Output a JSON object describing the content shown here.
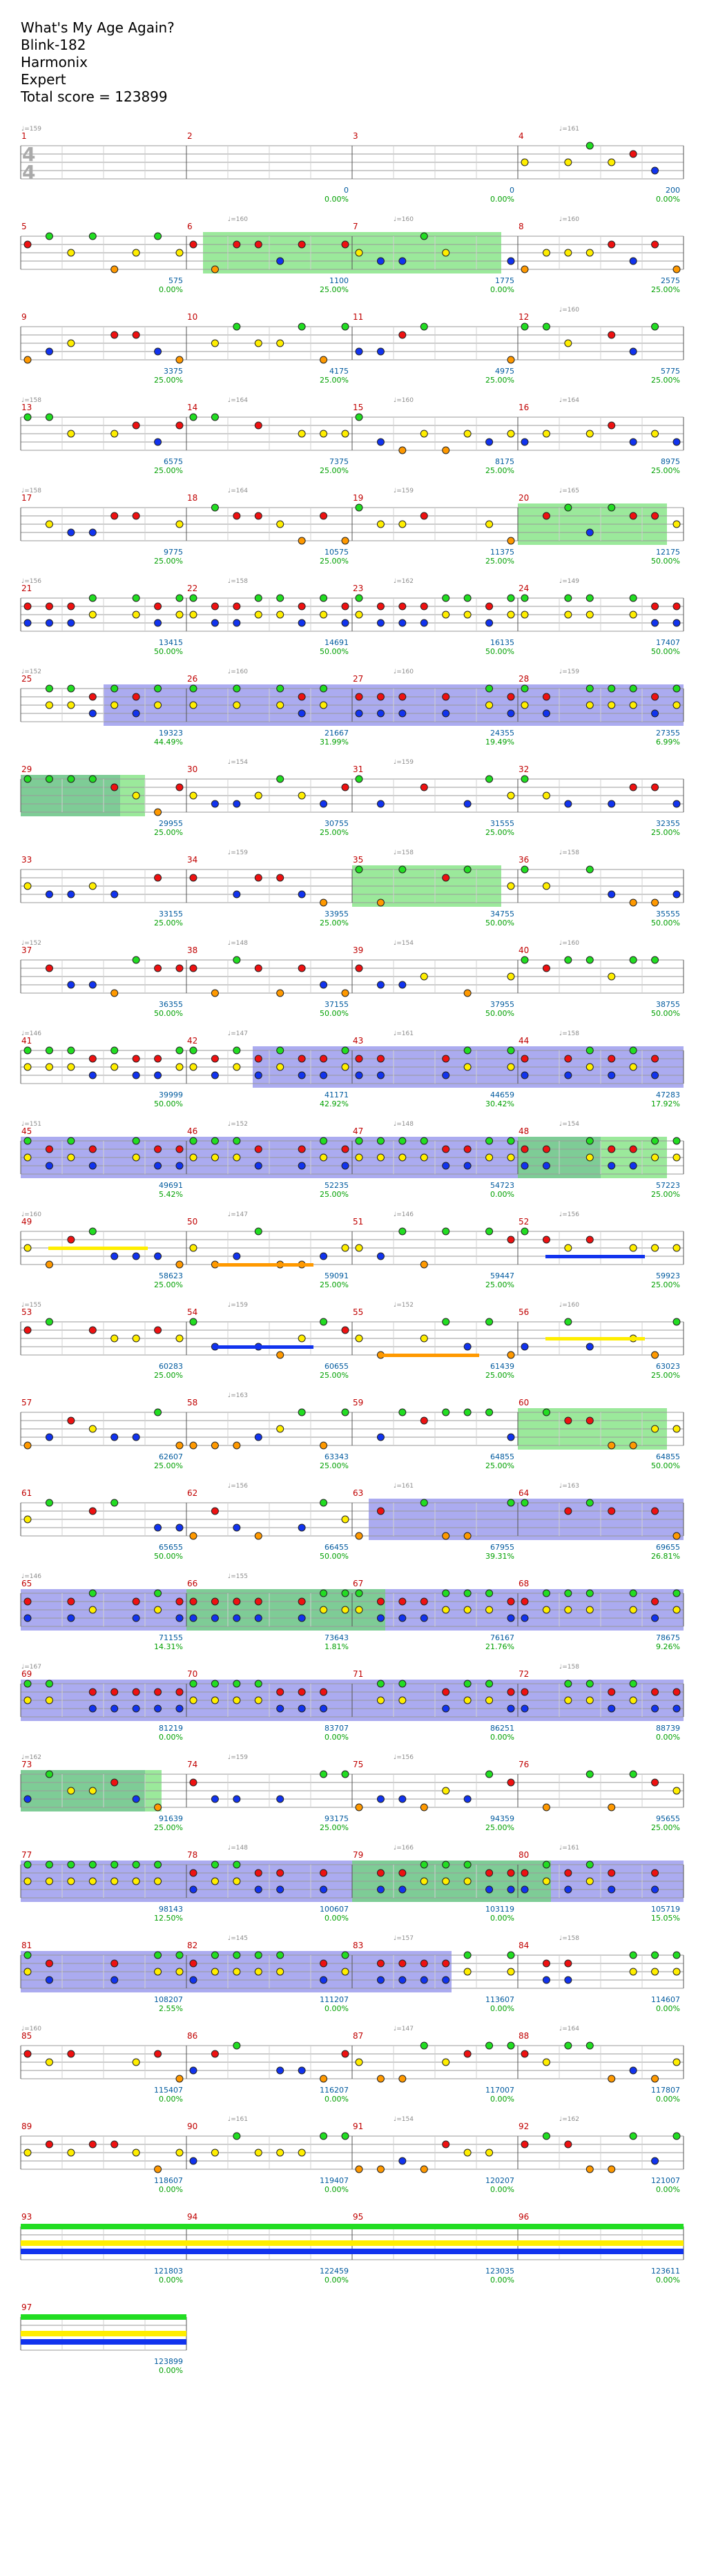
{
  "song": {
    "title": "What's My Age Again?",
    "artist": "Blink-182",
    "charter": "Harmonix",
    "difficulty": "Expert",
    "total_score_label": "Total score = 123899"
  },
  "time_signature": [
    "4",
    "4"
  ],
  "colors": {
    "green": "#22dd22",
    "red": "#ee1111",
    "yellow": "#ffee00",
    "blue": "#1133ee",
    "orange": "#ff9900",
    "star_power": "#66dd66",
    "solo": "#4444dd",
    "measure_number": "#c00000",
    "score": "#005a9e",
    "percent": "#00a000"
  },
  "measures": [
    {
      "n": "1",
      "score": "",
      "pct": "",
      "tempo": "♩=159"
    },
    {
      "n": "2",
      "score": "0",
      "pct": "0.00%"
    },
    {
      "n": "3",
      "score": "0",
      "pct": "0.00%"
    },
    {
      "n": "4",
      "score": "200",
      "pct": "0.00%",
      "tempo": "♩=161"
    },
    {
      "n": "5",
      "score": "575",
      "pct": "0.00%"
    },
    {
      "n": "6",
      "score": "1100",
      "pct": "25.00%",
      "tempo": "♩=160"
    },
    {
      "n": "7",
      "score": "1775",
      "pct": "0.00%",
      "tempo": "♩=160"
    },
    {
      "n": "8",
      "score": "2575",
      "pct": "25.00%",
      "tempo": "♩=160"
    },
    {
      "n": "9",
      "score": "3375",
      "pct": "25.00%"
    },
    {
      "n": "10",
      "score": "4175",
      "pct": "25.00%"
    },
    {
      "n": "11",
      "score": "4975",
      "pct": "25.00%"
    },
    {
      "n": "12",
      "score": "5775",
      "pct": "25.00%",
      "tempo": "♩=160"
    },
    {
      "n": "13",
      "score": "6575",
      "pct": "25.00%",
      "tempo": "♩=158"
    },
    {
      "n": "14",
      "score": "7375",
      "pct": "25.00%",
      "tempo": "♩=164"
    },
    {
      "n": "15",
      "score": "8175",
      "pct": "25.00%",
      "tempo": "♩=160"
    },
    {
      "n": "16",
      "score": "8975",
      "pct": "25.00%",
      "tempo": "♩=164"
    },
    {
      "n": "17",
      "score": "9775",
      "pct": "25.00%",
      "tempo": "♩=158"
    },
    {
      "n": "18",
      "score": "10575",
      "pct": "25.00%",
      "tempo": "♩=164"
    },
    {
      "n": "19",
      "score": "11375",
      "pct": "25.00%",
      "tempo": "♩=159"
    },
    {
      "n": "20",
      "score": "12175",
      "pct": "50.00%",
      "tempo": "♩=165"
    },
    {
      "n": "21",
      "score": "13415",
      "pct": "50.00%",
      "tempo": "♩=156"
    },
    {
      "n": "22",
      "score": "14691",
      "pct": "50.00%",
      "tempo": "♩=158"
    },
    {
      "n": "23",
      "score": "16135",
      "pct": "50.00%",
      "tempo": "♩=162"
    },
    {
      "n": "24",
      "score": "17407",
      "pct": "50.00%",
      "tempo": "♩=149"
    },
    {
      "n": "25",
      "score": "19323",
      "pct": "44.49%",
      "tempo": "♩=152"
    },
    {
      "n": "26",
      "score": "21667",
      "pct": "31.99%",
      "tempo": "♩=160"
    },
    {
      "n": "27",
      "score": "24355",
      "pct": "19.49%",
      "tempo": "♩=160"
    },
    {
      "n": "28",
      "score": "27355",
      "pct": "6.99%",
      "tempo": "♩=159"
    },
    {
      "n": "29",
      "score": "29955",
      "pct": "25.00%"
    },
    {
      "n": "30",
      "score": "30755",
      "pct": "25.00%",
      "tempo": "♩=154"
    },
    {
      "n": "31",
      "score": "31555",
      "pct": "25.00%",
      "tempo": "♩=159"
    },
    {
      "n": "32",
      "score": "32355",
      "pct": "25.00%"
    },
    {
      "n": "33",
      "score": "33155",
      "pct": "25.00%"
    },
    {
      "n": "34",
      "score": "33955",
      "pct": "25.00%",
      "tempo": "♩=159"
    },
    {
      "n": "35",
      "score": "34755",
      "pct": "50.00%",
      "tempo": "♩=158"
    },
    {
      "n": "36",
      "score": "35555",
      "pct": "50.00%",
      "tempo": "♩=158"
    },
    {
      "n": "37",
      "score": "36355",
      "pct": "50.00%",
      "tempo": "♩=152"
    },
    {
      "n": "38",
      "score": "37155",
      "pct": "50.00%",
      "tempo": "♩=148"
    },
    {
      "n": "39",
      "score": "37955",
      "pct": "50.00%",
      "tempo": "♩=154"
    },
    {
      "n": "40",
      "score": "38755",
      "pct": "50.00%",
      "tempo": "♩=160"
    },
    {
      "n": "41",
      "score": "39999",
      "pct": "50.00%",
      "tempo": "♩=146"
    },
    {
      "n": "42",
      "score": "41171",
      "pct": "42.92%",
      "tempo": "♩=147"
    },
    {
      "n": "43",
      "score": "44659",
      "pct": "30.42%",
      "tempo": "♩=161"
    },
    {
      "n": "44",
      "score": "47283",
      "pct": "17.92%",
      "tempo": "♩=158"
    },
    {
      "n": "45",
      "score": "49691",
      "pct": "5.42%",
      "tempo": "♩=151"
    },
    {
      "n": "46",
      "score": "52235",
      "pct": "25.00%",
      "tempo": "♩=152"
    },
    {
      "n": "47",
      "score": "54723",
      "pct": "0.00%",
      "tempo": "♩=148"
    },
    {
      "n": "48",
      "score": "57223",
      "pct": "25.00%",
      "tempo": "♩=154"
    },
    {
      "n": "49",
      "score": "58623",
      "pct": "25.00%",
      "tempo": "♩=160"
    },
    {
      "n": "50",
      "score": "59091",
      "pct": "25.00%",
      "tempo": "♩=147"
    },
    {
      "n": "51",
      "score": "59447",
      "pct": "25.00%",
      "tempo": "♩=146"
    },
    {
      "n": "52",
      "score": "59923",
      "pct": "25.00%",
      "tempo": "♩=156"
    },
    {
      "n": "53",
      "score": "60283",
      "pct": "25.00%",
      "tempo": "♩=155"
    },
    {
      "n": "54",
      "score": "60655",
      "pct": "25.00%",
      "tempo": "♩=159"
    },
    {
      "n": "55",
      "score": "61439",
      "pct": "25.00%",
      "tempo": "♩=152"
    },
    {
      "n": "56",
      "score": "63023",
      "pct": "25.00%",
      "tempo": "♩=160"
    },
    {
      "n": "57",
      "score": "62607",
      "pct": "25.00%"
    },
    {
      "n": "58",
      "score": "63343",
      "pct": "25.00%",
      "tempo": "♩=163"
    },
    {
      "n": "59",
      "score": "64855",
      "pct": "25.00%"
    },
    {
      "n": "60",
      "score": "64855",
      "pct": "50.00%"
    },
    {
      "n": "61",
      "score": "65655",
      "pct": "50.00%"
    },
    {
      "n": "62",
      "score": "66455",
      "pct": "50.00%",
      "tempo": "♩=156"
    },
    {
      "n": "63",
      "score": "67955",
      "pct": "39.31%",
      "tempo": "♩=161"
    },
    {
      "n": "64",
      "score": "69655",
      "pct": "26.81%",
      "tempo": "♩=163"
    },
    {
      "n": "65",
      "score": "71155",
      "pct": "14.31%",
      "tempo": "♩=146"
    },
    {
      "n": "66",
      "score": "73643",
      "pct": "1.81%",
      "tempo": "♩=155"
    },
    {
      "n": "67",
      "score": "76167",
      "pct": "21.76%"
    },
    {
      "n": "68",
      "score": "78675",
      "pct": "9.26%"
    },
    {
      "n": "69",
      "score": "81219",
      "pct": "0.00%",
      "tempo": "♩=167"
    },
    {
      "n": "70",
      "score": "83707",
      "pct": "0.00%"
    },
    {
      "n": "71",
      "score": "86251",
      "pct": "0.00%"
    },
    {
      "n": "72",
      "score": "88739",
      "pct": "0.00%",
      "tempo": "♩=158"
    },
    {
      "n": "73",
      "score": "91639",
      "pct": "25.00%",
      "tempo": "♩=162"
    },
    {
      "n": "74",
      "score": "93175",
      "pct": "25.00%",
      "tempo": "♩=159"
    },
    {
      "n": "75",
      "score": "94359",
      "pct": "25.00%",
      "tempo": "♩=156"
    },
    {
      "n": "76",
      "score": "95655",
      "pct": "25.00%"
    },
    {
      "n": "77",
      "score": "98143",
      "pct": "12.50%"
    },
    {
      "n": "78",
      "score": "100607",
      "pct": "0.00%",
      "tempo": "♩=148"
    },
    {
      "n": "79",
      "score": "103119",
      "pct": "0.00%",
      "tempo": "♩=166"
    },
    {
      "n": "80",
      "score": "105719",
      "pct": "15.05%",
      "tempo": "♩=161"
    },
    {
      "n": "81",
      "score": "108207",
      "pct": "2.55%"
    },
    {
      "n": "82",
      "score": "111207",
      "pct": "0.00%",
      "tempo": "♩=145"
    },
    {
      "n": "83",
      "score": "113607",
      "pct": "0.00%",
      "tempo": "♩=157"
    },
    {
      "n": "84",
      "score": "114607",
      "pct": "0.00%",
      "tempo": "♩=158"
    },
    {
      "n": "85",
      "score": "115407",
      "pct": "0.00%",
      "tempo": "♩=160"
    },
    {
      "n": "86",
      "score": "116207",
      "pct": "0.00%"
    },
    {
      "n": "87",
      "score": "117007",
      "pct": "0.00%",
      "tempo": "♩=147"
    },
    {
      "n": "88",
      "score": "117807",
      "pct": "0.00%",
      "tempo": "♩=164"
    },
    {
      "n": "89",
      "score": "118607",
      "pct": "0.00%"
    },
    {
      "n": "90",
      "score": "119407",
      "pct": "0.00%",
      "tempo": "♩=161"
    },
    {
      "n": "91",
      "score": "120207",
      "pct": "0.00%",
      "tempo": "♩=154"
    },
    {
      "n": "92",
      "score": "121007",
      "pct": "0.00%",
      "tempo": "♩=162"
    },
    {
      "n": "93",
      "score": "121803",
      "pct": "0.00%"
    },
    {
      "n": "94",
      "score": "122459",
      "pct": "0.00%"
    },
    {
      "n": "95",
      "score": "123035",
      "pct": "0.00%"
    },
    {
      "n": "96",
      "score": "123611",
      "pct": "0.00%"
    },
    {
      "n": "97",
      "score": "123899",
      "pct": "0.00%"
    }
  ],
  "rows": [
    {
      "first": 1,
      "count": 4
    },
    {
      "first": 5,
      "count": 4,
      "sp": [
        [
          1.1,
          2.9
        ]
      ]
    },
    {
      "first": 9,
      "count": 4
    },
    {
      "first": 13,
      "count": 4
    },
    {
      "first": 17,
      "count": 4,
      "sp": [
        [
          3.0,
          3.9
        ]
      ]
    },
    {
      "first": 21,
      "count": 4,
      "chords": true
    },
    {
      "first": 25,
      "count": 4,
      "chords": true,
      "solo": [
        [
          0.5,
          4
        ]
      ]
    },
    {
      "first": 29,
      "count": 4,
      "solo": [
        [
          0,
          0.6
        ]
      ],
      "sp": [
        [
          0,
          0.75
        ]
      ]
    },
    {
      "first": 33,
      "count": 4,
      "sp": [
        [
          2,
          2.9
        ]
      ]
    },
    {
      "first": 37,
      "count": 4
    },
    {
      "first": 41,
      "count": 4,
      "chords": true,
      "solo": [
        [
          1.4,
          4
        ]
      ]
    },
    {
      "first": 45,
      "count": 4,
      "chords": true,
      "solo": [
        [
          0,
          3.5
        ]
      ],
      "sp": [
        [
          3.0,
          3.9
        ]
      ]
    },
    {
      "first": 49,
      "count": 4,
      "sustain": true
    },
    {
      "first": 53,
      "count": 4,
      "sustain": true
    },
    {
      "first": 57,
      "count": 4,
      "sp": [
        [
          3,
          3.9
        ]
      ]
    },
    {
      "first": 61,
      "count": 4,
      "solo": [
        [
          2.1,
          4
        ]
      ]
    },
    {
      "first": 65,
      "count": 4,
      "chords": true,
      "solo": [
        [
          0,
          4
        ]
      ],
      "sp": [
        [
          1,
          2.2
        ]
      ]
    },
    {
      "first": 69,
      "count": 4,
      "chords": true,
      "solo": [
        [
          0,
          4
        ]
      ]
    },
    {
      "first": 73,
      "count": 4,
      "solo": [
        [
          0,
          0.75
        ]
      ],
      "sp": [
        [
          0,
          0.85
        ]
      ]
    },
    {
      "first": 77,
      "count": 4,
      "chords": true,
      "solo": [
        [
          0,
          4
        ]
      ],
      "sp": [
        [
          2,
          3.2
        ]
      ]
    },
    {
      "first": 81,
      "count": 4,
      "chords": true,
      "solo": [
        [
          0,
          2.6
        ]
      ]
    },
    {
      "first": 85,
      "count": 4
    },
    {
      "first": 89,
      "count": 4
    },
    {
      "first": 93,
      "count": 4,
      "long": true
    },
    {
      "first": 97,
      "count": 1,
      "long": true
    }
  ]
}
